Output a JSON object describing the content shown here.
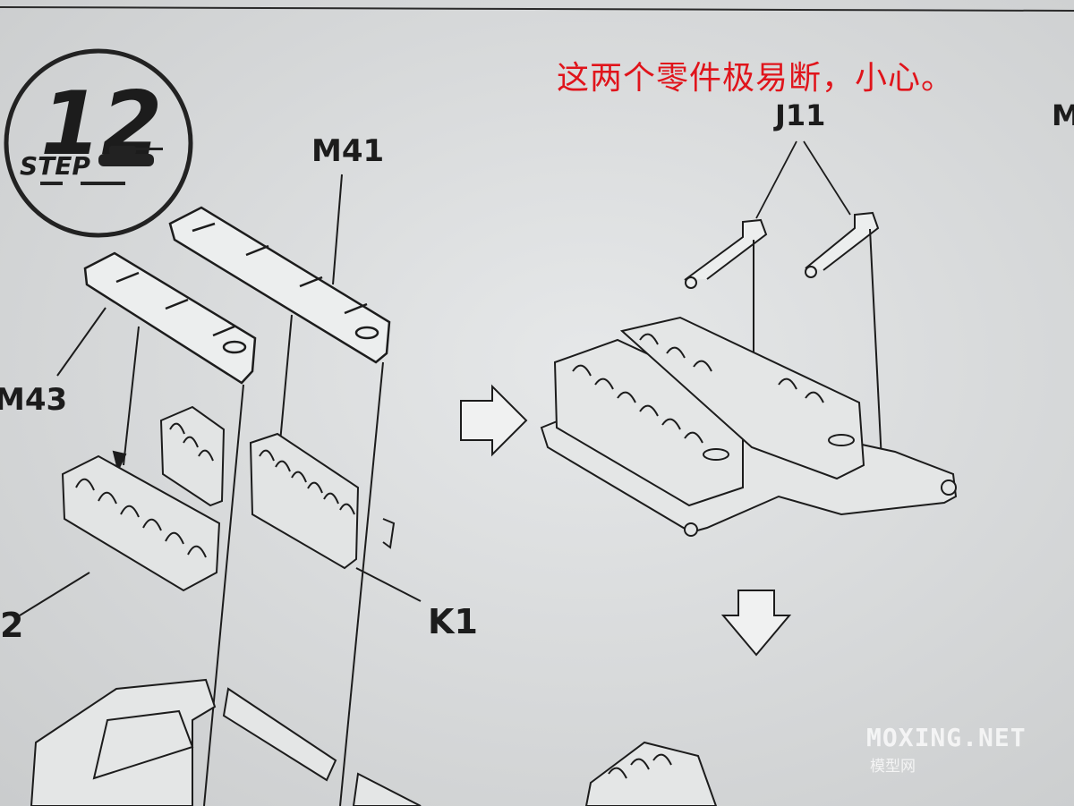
{
  "annotation": "这两个零件极易断，小心。",
  "step": {
    "number": "12",
    "label": "STEP"
  },
  "part_labels": {
    "m41": "M41",
    "m43": "M43",
    "j11": "J11",
    "k1": "K1",
    "k2_partial": "2",
    "m_partial": "M"
  },
  "watermark": {
    "main": "MOXING.NET",
    "sub": "模型网"
  },
  "colors": {
    "paper": "#d9dbdc",
    "ink": "#1c1c1c",
    "annotation": "#e0141b"
  }
}
